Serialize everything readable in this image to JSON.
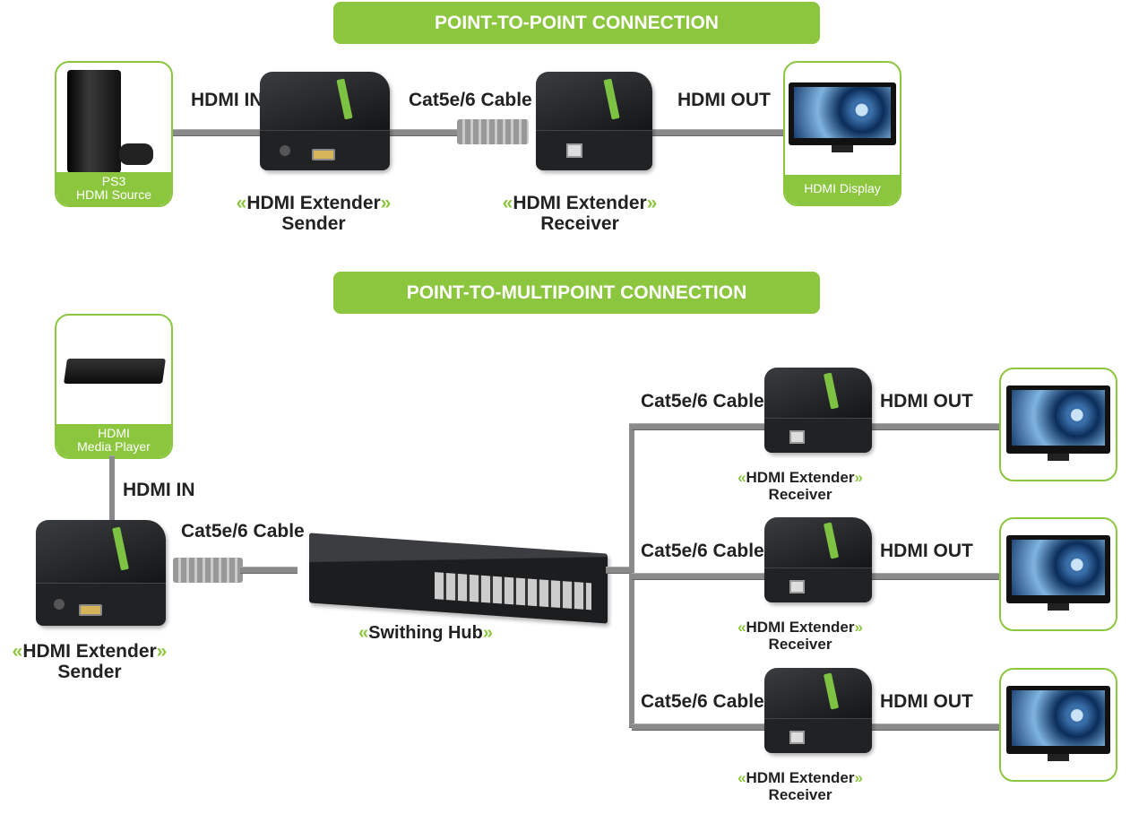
{
  "colors": {
    "accent": "#8cc63f",
    "cable": "#8a8a8a",
    "device": "#1c1d1f"
  },
  "point_to_point": {
    "title": "POINT-TO-POINT CONNECTION",
    "source": {
      "caption_line1": "PS3",
      "caption_line2": "HDMI Source"
    },
    "hdmi_in": "HDMI IN",
    "cable": "Cat5e/6 Cable",
    "hdmi_out": "HDMI OUT",
    "sender": {
      "line1": "HDMI Extender",
      "line2": "Sender"
    },
    "receiver": {
      "line1": "HDMI Extender",
      "line2": "Receiver"
    },
    "display": {
      "caption": "HDMI Display"
    }
  },
  "point_to_multipoint": {
    "title": "POINT-TO-MULTIPOINT CONNECTION",
    "source": {
      "caption_line1": "HDMI",
      "caption_line2": "Media Player"
    },
    "hdmi_in": "HDMI IN",
    "cable": "Cat5e/6 Cable",
    "sender": {
      "line1": "HDMI Extender",
      "line2": "Sender"
    },
    "hub": "Swithing Hub",
    "branches": [
      {
        "cable": "Cat5e/6 Cable",
        "hdmi_out": "HDMI OUT",
        "receiver_line1": "HDMI Extender",
        "receiver_line2": "Receiver"
      },
      {
        "cable": "Cat5e/6 Cable",
        "hdmi_out": "HDMI OUT",
        "receiver_line1": "HDMI Extender",
        "receiver_line2": "Receiver"
      },
      {
        "cable": "Cat5e/6 Cable",
        "hdmi_out": "HDMI OUT",
        "receiver_line1": "HDMI Extender",
        "receiver_line2": "Receiver"
      }
    ]
  },
  "chevrons": {
    "left": "«",
    "right": "»"
  }
}
